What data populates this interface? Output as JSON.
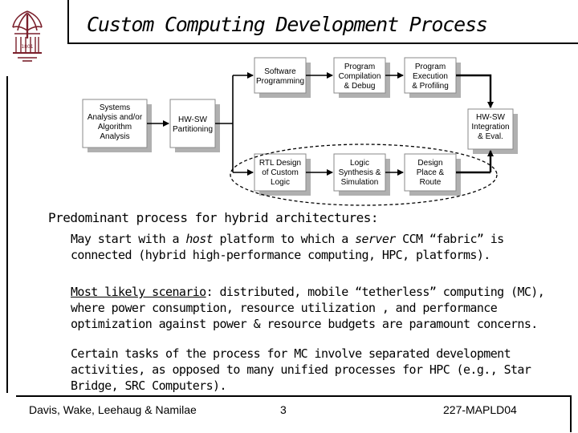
{
  "title": "Custom Computing Development Process",
  "diagram": {
    "boxes": {
      "systems": [
        "Systems",
        "Analysis and/or",
        "Algorithm",
        "Analysis"
      ],
      "partition": [
        "HW-SW",
        "Partitioning"
      ],
      "software": [
        "Software",
        "Programming"
      ],
      "compile": [
        "Program",
        "Compilation",
        "& Debug"
      ],
      "execute": [
        "Program",
        "Execution",
        "& Profiling"
      ],
      "integration": [
        "HW-SW",
        "Integration",
        "& Eval."
      ],
      "rtl": [
        "RTL Design",
        "of Custom",
        "Logic"
      ],
      "synthesis": [
        "Logic",
        "Synthesis &",
        "Simulation"
      ],
      "place": [
        "Design",
        "Place &",
        "Route"
      ]
    }
  },
  "body": {
    "main_bullet": "Predominant process for hybrid architectures:",
    "para1": {
      "line1_a": "May start with a ",
      "line1_host": "host",
      "line1_b": " platform to which a ",
      "line1_server": "server",
      "line1_c": " CCM “fabric” is",
      "line2": "connected (hybrid high-performance computing, HPC, platforms)."
    },
    "para2": {
      "line1_ul": "Most likely scenario",
      "line1_rest": ": distributed, mobile “tetherless” computing (MC),",
      "line2": "where power consumption, resource utilization , and performance",
      "line3": "optimization against power & resource budgets are paramount concerns."
    },
    "para3": {
      "line1": "Certain tasks of the process for MC involve separated development",
      "line2": "activities, as opposed to many unified processes for HPC (e.g., Star",
      "line3": "Bridge, SRC Computers)."
    }
  },
  "footer": {
    "authors": "Davis, Wake, Leehaug & Namilae",
    "page": "3",
    "code": "227-MAPLD04"
  },
  "colors": {
    "box_fill": "#ffffff",
    "box_shadow": "#b0b0b0",
    "line": "#000000"
  }
}
